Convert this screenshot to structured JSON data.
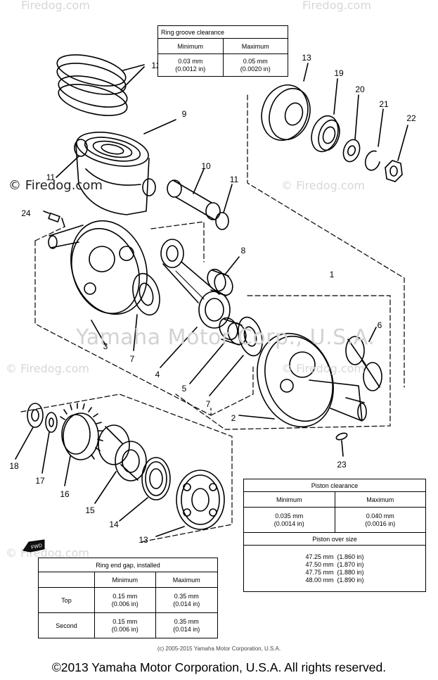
{
  "watermarks": {
    "brand": "© Firedog.com",
    "brand_short": "Firedog.com",
    "center": "Yamaha Motor Corp., U.S.A."
  },
  "parts": [
    {
      "id": "lbl-12",
      "text": "12"
    },
    {
      "id": "lbl-9",
      "text": "9"
    },
    {
      "id": "lbl-11a",
      "text": "11"
    },
    {
      "id": "lbl-10",
      "text": "10"
    },
    {
      "id": "lbl-11b",
      "text": "11"
    },
    {
      "id": "lbl-24",
      "text": "24"
    },
    {
      "id": "lbl-8",
      "text": "8"
    },
    {
      "id": "lbl-13a",
      "text": "13"
    },
    {
      "id": "lbl-19",
      "text": "19"
    },
    {
      "id": "lbl-20",
      "text": "20"
    },
    {
      "id": "lbl-21",
      "text": "21"
    },
    {
      "id": "lbl-22",
      "text": "22"
    },
    {
      "id": "lbl-1",
      "text": "1"
    },
    {
      "id": "lbl-3",
      "text": "3"
    },
    {
      "id": "lbl-7a",
      "text": "7"
    },
    {
      "id": "lbl-4",
      "text": "4"
    },
    {
      "id": "lbl-5",
      "text": "5"
    },
    {
      "id": "lbl-7b",
      "text": "7"
    },
    {
      "id": "lbl-6",
      "text": "6"
    },
    {
      "id": "lbl-2",
      "text": "2"
    },
    {
      "id": "lbl-23",
      "text": "23"
    },
    {
      "id": "lbl-18",
      "text": "18"
    },
    {
      "id": "lbl-17",
      "text": "17"
    },
    {
      "id": "lbl-16",
      "text": "16"
    },
    {
      "id": "lbl-15",
      "text": "15"
    },
    {
      "id": "lbl-14",
      "text": "14"
    },
    {
      "id": "lbl-13b",
      "text": "13"
    }
  ],
  "ring_groove": {
    "title": "Ring groove clearance",
    "col_min": "Minimum",
    "col_max": "Maximum",
    "min_mm": "0.03 mm",
    "min_in": "(0.0012 in)",
    "max_mm": "0.05 mm",
    "max_in": "(0.0020 in)"
  },
  "piston_clearance": {
    "title": "Piston clearance",
    "col_min": "Minimum",
    "col_max": "Maximum",
    "min_mm": "0.035 mm",
    "min_in": "(0.0014 in)",
    "max_mm": "0.040 mm",
    "max_in": "(0.0016 in)",
    "oversize_title": "Piston over size",
    "oversize_rows": [
      {
        "mm": "47.25 mm",
        "in": "(1.860 in)"
      },
      {
        "mm": "47.50 mm",
        "in": "(1.870 in)"
      },
      {
        "mm": "47.75 mm",
        "in": "(1.880 in)"
      },
      {
        "mm": "48.00 mm",
        "in": "(1.890 in)"
      }
    ]
  },
  "ring_end_gap": {
    "title": "Ring end gap, installed",
    "col_min": "Minimum",
    "col_max": "Maximum",
    "rows": [
      {
        "name": "Top",
        "min_mm": "0.15 mm",
        "min_in": "(0.006 in)",
        "max_mm": "0.35 mm",
        "max_in": "(0.014 in)"
      },
      {
        "name": "Second",
        "min_mm": "0.15 mm",
        "min_in": "(0.006 in)",
        "max_mm": "0.35 mm",
        "max_in": "(0.014 in)"
      }
    ]
  },
  "fwd_label": "FWD",
  "footer": {
    "small": "(c) 2005-2015 Yamaha Motor Corporation, U.S.A.",
    "big": "©2013 Yamaha Motor Corporation, U.S.A. All rights reserved."
  }
}
